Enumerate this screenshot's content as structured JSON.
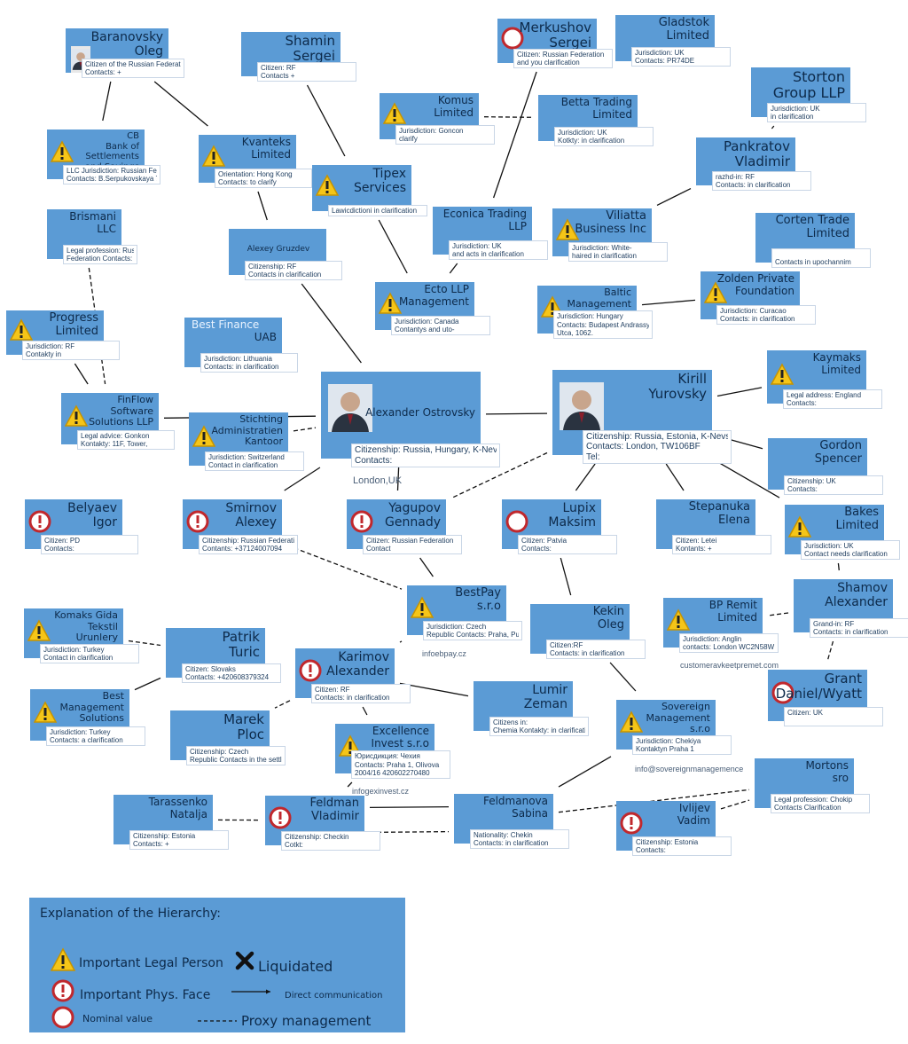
{
  "colors": {
    "box": "#5b9bd5",
    "text": "#0d2a4a",
    "warn": "#f5c518",
    "phys": "#c0282d",
    "line": "#111111"
  },
  "nodes": [
    {
      "id": "baranovsky",
      "title": [
        "Baranovsky",
        "Oleg"
      ],
      "icon": "photo",
      "info": [
        "Citizen of the Russian Federation, Moscow",
        "Contacts: +"
      ]
    },
    {
      "id": "shamin",
      "title": [
        "Shamin",
        "Sergei"
      ],
      "icon": "none",
      "info": [
        "Citizen: RF",
        "Contacts +"
      ]
    },
    {
      "id": "merkushov",
      "title": [
        "Merkushov",
        "Sergei"
      ],
      "icon": "nominal",
      "info": [
        "Citizen: Russian Federation",
        "and you clarification"
      ]
    },
    {
      "id": "gladstok",
      "title": [
        "Gladstok",
        "Limited"
      ],
      "icon": "none",
      "info": [
        "Jurisdiction: UK",
        "Contacts: PR74DE"
      ]
    },
    {
      "id": "storton",
      "title": [
        "Storton",
        "Group LLP"
      ],
      "icon": "none",
      "info": [
        "Jurisdiction: UK",
        "in clarification"
      ]
    },
    {
      "id": "cb_bank",
      "title": [
        "CB",
        "Bank of Settlements",
        "and Savings"
      ],
      "icon": "warn",
      "info": [
        "LLC Jurisdiction: Russian Federation",
        "Contacts: B.Serpukovskaya 7"
      ]
    },
    {
      "id": "kvanteks",
      "title": [
        "Kvanteks",
        "Limited"
      ],
      "icon": "warn",
      "info": [
        "Orientation: Hong Kong",
        "Contacts: to clarify"
      ]
    },
    {
      "id": "komus",
      "title": [
        "Komus",
        "Limited"
      ],
      "icon": "warn",
      "info": [
        "Jurisdiction: Goncon",
        "clarify"
      ]
    },
    {
      "id": "betta",
      "title": [
        "Betta Trading",
        "Limited"
      ],
      "icon": "none",
      "info": [
        "Jurisdiction: UK",
        "Kotkty: in clarification"
      ]
    },
    {
      "id": "pankratov",
      "title": [
        "Pankratov",
        "Vladimir"
      ],
      "icon": "none",
      "info": [
        "razhd-in: RF",
        "Contacts: in clarification"
      ]
    },
    {
      "id": "tipex",
      "title": [
        "Tipex",
        "Services"
      ],
      "icon": "warn",
      "info": [
        "Lawicdictioni in clarification"
      ]
    },
    {
      "id": "brismani",
      "title": [
        "Brismani",
        "LLC"
      ],
      "icon": "none",
      "info": [
        "Legal profession: Russian",
        "Federation Contacts: to clari"
      ]
    },
    {
      "id": "gruzdev",
      "title": [
        "Alexey Gruzdev"
      ],
      "icon": "none",
      "info": [
        "Citizenship: RF",
        "Contacts in clarification"
      ]
    },
    {
      "id": "econica",
      "title": [
        "Econica Trading",
        "LLP"
      ],
      "icon": "none",
      "info": [
        "Jurisdiction: UK",
        "and acts in clarification"
      ]
    },
    {
      "id": "viliatta",
      "title": [
        "Viliatta",
        "Business Inc"
      ],
      "icon": "warn",
      "info": [
        "Jurisdiction: White-",
        "haired in clarification"
      ]
    },
    {
      "id": "corten",
      "title": [
        "Corten Trade",
        "Limited"
      ],
      "icon": "none",
      "info": [
        "",
        "Contacts in upochannim"
      ]
    },
    {
      "id": "progress",
      "title": [
        "Progress",
        "Limited"
      ],
      "icon": "warn",
      "info": [
        "Jurisdiction: RF",
        "Contakty in"
      ]
    },
    {
      "id": "ecto",
      "title": [
        "Ecto LLP",
        "Management"
      ],
      "icon": "warn",
      "info": [
        "Jurisdiction: Canada",
        "Contantys and uto-"
      ]
    },
    {
      "id": "baltic",
      "title": [
        "Baltic Management",
        "& Solutions KFT"
      ],
      "icon": "warn",
      "info": [
        "Jurisdiction: Hungary",
        "Contacts: Budapest Andrassy",
        "Utca, 1062."
      ]
    },
    {
      "id": "zolden",
      "title": [
        "Zolden Private",
        "Foundation"
      ],
      "icon": "warn",
      "info": [
        "Jurisdiction: Curacao",
        "Contacts: in clarification"
      ]
    },
    {
      "id": "bestfinance",
      "title": [
        "Best Finance",
        "UAB"
      ],
      "icon": "none",
      "info": [
        "Jurisdiction: Lithuania",
        "Contacts: in clarification"
      ]
    },
    {
      "id": "finflow",
      "title": [
        "FinFlow",
        "Software",
        "Solutions LLP"
      ],
      "icon": "warn",
      "info": [
        "Legal advice: Gonkon",
        "Kontakty: 11F, Tower,"
      ]
    },
    {
      "id": "stichting",
      "title": [
        "Stichting",
        "Administratien",
        "Kantoor"
      ],
      "icon": "warn",
      "info": [
        "Jurisdiction: Switzerland",
        "Contact in clarification"
      ]
    },
    {
      "id": "ostrovsky",
      "title": [
        "Alexander Ostrovsky"
      ],
      "icon": "photo",
      "info": [
        "Citizenship: Russia, Hungary, K-Nevs",
        "Contacts:"
      ]
    },
    {
      "id": "yurovsky",
      "title": [
        "Kirill",
        "Yurovsky"
      ],
      "icon": "photo",
      "info": [
        "Citizenship: Russia, Estonia, K-Nevs",
        "Contacts: London, TW106BF",
        "Tel:"
      ]
    },
    {
      "id": "kaymaks",
      "title": [
        "Kaymaks",
        "Limited"
      ],
      "icon": "warn",
      "info": [
        "Legal address: England",
        "Contacts:"
      ]
    },
    {
      "id": "gordon",
      "title": [
        "Gordon",
        "Spencer"
      ],
      "icon": "none",
      "info": [
        "Citizenship: UK",
        "Contacts:"
      ]
    },
    {
      "id": "belyaev",
      "title": [
        "Belyaev",
        "Igor"
      ],
      "icon": "phys",
      "info": [
        "Citizen: PD",
        "Contacts:"
      ]
    },
    {
      "id": "smirnov",
      "title": [
        "Smirnov",
        "Alexey"
      ],
      "icon": "phys",
      "info": [
        "Citizenship: Russian Federation",
        "Contants: +37124007094"
      ]
    },
    {
      "id": "yagupov",
      "title": [
        "Yagupov",
        "Gennady"
      ],
      "icon": "phys",
      "info": [
        "Citizen: Russian Federation",
        "Contact"
      ]
    },
    {
      "id": "lupix",
      "title": [
        "Lupix",
        "Maksim"
      ],
      "icon": "nominal",
      "info": [
        "Citizen: Patvia",
        "Contacts:"
      ]
    },
    {
      "id": "stepanuka",
      "title": [
        "Stepanuka",
        "Elena"
      ],
      "icon": "none",
      "info": [
        "Citizen: Letei",
        "Kontants: +"
      ]
    },
    {
      "id": "bakes",
      "title": [
        "Bakes",
        "Limited"
      ],
      "icon": "warn",
      "info": [
        "Jurisdiction: UK",
        "Contact needs clarification"
      ]
    },
    {
      "id": "komaks",
      "title": [
        "Komaks Gida",
        "Tekstil",
        "Urunlery"
      ],
      "icon": "warn",
      "info": [
        "Jurisdiction: Turkey",
        "Contact in clarification"
      ]
    },
    {
      "id": "patrik",
      "title": [
        "Patrik",
        "Turic"
      ],
      "icon": "none",
      "info": [
        "Citizen: Slovaks",
        "Contacts: +420608379324"
      ]
    },
    {
      "id": "bestpay",
      "title": [
        "BestPay",
        "s.r.o"
      ],
      "icon": "warn",
      "info": [
        "Jurisdiction: Czech",
        "Republic Contacts: Praha, Purkynova"
      ]
    },
    {
      "id": "kekin",
      "title": [
        "Kekin",
        "Oleg"
      ],
      "icon": "none",
      "info": [
        "Citizen:RF",
        "Contacts: in clarification"
      ]
    },
    {
      "id": "bpremit",
      "title": [
        "BP Remit",
        "Limited"
      ],
      "icon": "warn",
      "info": [
        "Jurisdiction: Anglin",
        "contacts: London WC2N58W"
      ]
    },
    {
      "id": "shamov",
      "title": [
        "Shamov",
        "Alexander"
      ],
      "icon": "none",
      "info": [
        "Grand-in: RF",
        "Contacts: in clarification"
      ]
    },
    {
      "id": "bestmgmt",
      "title": [
        "Best",
        "Management",
        "Solutions"
      ],
      "icon": "warn",
      "info": [
        "Jurisdiction: Turkey",
        "Contacts: a clarification"
      ]
    },
    {
      "id": "karimov",
      "title": [
        "Karimov",
        "Alexander"
      ],
      "icon": "phys",
      "info": [
        "Citizen: RF",
        "Contacts: in clarification"
      ]
    },
    {
      "id": "lumir",
      "title": [
        "Lumir",
        "Zeman"
      ],
      "icon": "none",
      "info": [
        "Citizens in:",
        "Chemia Kontakty: in clarification"
      ]
    },
    {
      "id": "grant",
      "title": [
        "Grant",
        "Daniel/Wyatt"
      ],
      "icon": "nominal",
      "info": [
        "Citizen: UK",
        ""
      ]
    },
    {
      "id": "marek",
      "title": [
        "Marek",
        "Ploc"
      ],
      "icon": "none",
      "info": [
        "Citizenship: Czech",
        "Republic Contacts in the settlement"
      ]
    },
    {
      "id": "excellence",
      "title": [
        "Excellence",
        "Invest s.r.o"
      ],
      "icon": "warn",
      "info": [
        "Юрисдикция: Чехия",
        "Contacts: Praha 1, Olivova",
        "2004/16 420602270480"
      ]
    },
    {
      "id": "sovereign",
      "title": [
        "Sovereign",
        "Management",
        "s.r.o"
      ],
      "icon": "warn",
      "info": [
        "Jurisdiction: Chekiya",
        "Kontaktyn Praha 1"
      ]
    },
    {
      "id": "mortons",
      "title": [
        "Mortons",
        "sro"
      ],
      "icon": "none",
      "info": [
        "Legal profession: Chokip",
        "Contacts Clarification"
      ]
    },
    {
      "id": "tarassenko",
      "title": [
        "Tarassenko",
        "Natalja"
      ],
      "icon": "none",
      "info": [
        "Citizenship: Estonia",
        "Contacts: +"
      ]
    },
    {
      "id": "feldman",
      "title": [
        "Feldman",
        "Vladimir"
      ],
      "icon": "phys",
      "info": [
        "Citizenship: Checkin",
        "Cotkt:"
      ]
    },
    {
      "id": "feldmanova",
      "title": [
        "Feldmanova",
        "Sabina"
      ],
      "icon": "none",
      "info": [
        "Nationality: Chekin",
        "Contacts: in clarification"
      ]
    },
    {
      "id": "ivlijev",
      "title": [
        "Ivlijev",
        "Vadim"
      ],
      "icon": "phys",
      "info": [
        "Citizenship: Estonia",
        "Contacts:"
      ]
    }
  ],
  "extras": [
    {
      "node": "ostrovsky",
      "text": "London,UK"
    },
    {
      "node": "bestpay",
      "text": "infoebpay.cz"
    },
    {
      "node": "bpremit",
      "text": "customeravkeetpremet.com"
    },
    {
      "node": "excellence",
      "text": "infogexinvest.cz"
    },
    {
      "node": "sovereign",
      "text": "info@sovereignmanagemence"
    }
  ],
  "links": [
    {
      "from": "baranovsky",
      "to": "kvanteks",
      "style": "solid"
    },
    {
      "from": "baranovsky",
      "to": "cb_bank",
      "style": "solid"
    },
    {
      "from": "shamin",
      "to": "tipex",
      "style": "solid"
    },
    {
      "from": "merkushov",
      "to": "econica",
      "style": "solid"
    },
    {
      "from": "komus",
      "to": "betta",
      "style": "dashed"
    },
    {
      "from": "storton",
      "to": "pankratov",
      "style": "solid"
    },
    {
      "from": "pankratov",
      "to": "viliatta",
      "style": "solid"
    },
    {
      "from": "kvanteks",
      "to": "gruzdev",
      "style": "solid"
    },
    {
      "from": "tipex",
      "to": "ecto",
      "style": "solid"
    },
    {
      "from": "brismani",
      "to": "finflow",
      "style": "dashed"
    },
    {
      "from": "gruzdev",
      "to": "ostrovsky",
      "style": "solid"
    },
    {
      "from": "econica",
      "to": "ecto",
      "style": "solid"
    },
    {
      "from": "zolden",
      "to": "baltic",
      "style": "solid"
    },
    {
      "from": "progress",
      "to": "finflow",
      "style": "solid"
    },
    {
      "from": "finflow",
      "to": "ostrovsky",
      "style": "solid"
    },
    {
      "from": "stichting",
      "to": "ostrovsky",
      "style": "dashed"
    },
    {
      "from": "ostrovsky",
      "to": "yurovsky",
      "style": "solid"
    },
    {
      "from": "yurovsky",
      "to": "kaymaks",
      "style": "solid"
    },
    {
      "from": "yurovsky",
      "to": "gordon",
      "style": "solid"
    },
    {
      "from": "yurovsky",
      "to": "stepanuka",
      "style": "solid"
    },
    {
      "from": "yurovsky",
      "to": "lupix",
      "style": "solid"
    },
    {
      "from": "yurovsky",
      "to": "yagupov",
      "style": "dashed"
    },
    {
      "from": "ostrovsky",
      "to": "smirnov",
      "style": "solid"
    },
    {
      "from": "ostrovsky",
      "to": "yagupov",
      "style": "solid"
    },
    {
      "from": "yurovsky",
      "to": "bakes",
      "style": "solid"
    },
    {
      "from": "bakes",
      "to": "shamov",
      "style": "solid"
    },
    {
      "from": "shamov",
      "to": "bpremit",
      "style": "dashed"
    },
    {
      "from": "shamov",
      "to": "grant",
      "style": "dashed"
    },
    {
      "from": "lupix",
      "to": "kekin",
      "style": "solid"
    },
    {
      "from": "smirnov",
      "to": "bestpay",
      "style": "dashed"
    },
    {
      "from": "yagupov",
      "to": "bestpay",
      "style": "solid"
    },
    {
      "from": "bestpay",
      "to": "karimov",
      "style": "dashed"
    },
    {
      "from": "komaks",
      "to": "patrik",
      "style": "dashed"
    },
    {
      "from": "patrik",
      "to": "bestmgmt",
      "style": "solid"
    },
    {
      "from": "karimov",
      "to": "lumir",
      "style": "solid"
    },
    {
      "from": "karimov",
      "to": "marek",
      "style": "dashed"
    },
    {
      "from": "karimov",
      "to": "excellence",
      "style": "solid"
    },
    {
      "from": "excellence",
      "to": "feldman",
      "style": "solid"
    },
    {
      "from": "sovereign",
      "to": "feldmanova",
      "style": "solid"
    },
    {
      "from": "kekin",
      "to": "sovereign",
      "style": "solid"
    },
    {
      "from": "feldmanova",
      "to": "mortons",
      "style": "dashed"
    },
    {
      "from": "ivlijev",
      "to": "mortons",
      "style": "dashed"
    },
    {
      "from": "tarassenko",
      "to": "feldman",
      "style": "dashed"
    },
    {
      "from": "feldman",
      "to": "feldmanova",
      "style": "dashed"
    },
    {
      "from": "feldman",
      "to": "feldmanova",
      "style": "solid"
    }
  ],
  "legend": {
    "title": "Explanation of the Hierarchy:",
    "legal_person": "Important Legal Person",
    "phys_face": "Important Phys. Face",
    "nominal": "Nominal value",
    "liquidated": "Liquidated",
    "direct": "Direct communication",
    "proxy": "Proxy management"
  }
}
